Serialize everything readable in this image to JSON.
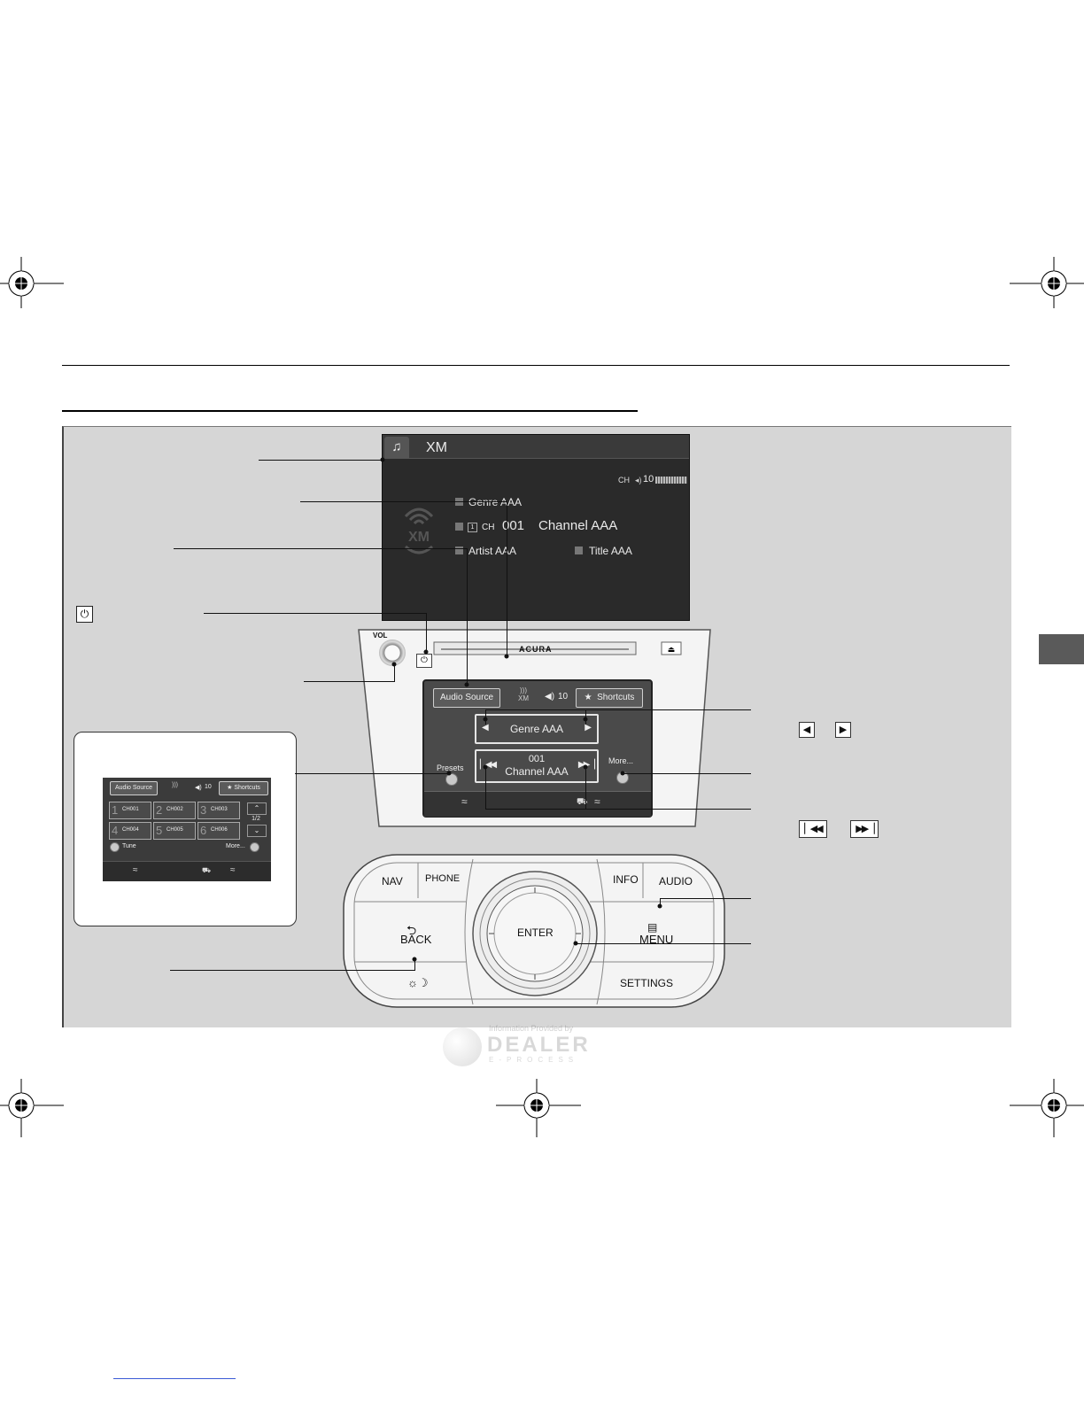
{
  "top_screen": {
    "title": "XM",
    "volume_label": "CH",
    "volume_value": "10",
    "genre": "Genre AAA",
    "ch_prefix": "CH",
    "channel_number": "001",
    "channel_name": "Channel AAA",
    "artist": "Artist AAA",
    "title_text": "Title AAA",
    "logo_text": "XM"
  },
  "unit": {
    "vol_label": "VOL",
    "brand": "ACURA"
  },
  "inner_screen": {
    "audio_source": "Audio Source",
    "volume_value": "10",
    "shortcuts": "Shortcuts",
    "shortcuts_star": "★",
    "genre": "Genre AAA",
    "channel_number": "001",
    "channel_name": "Channel AAA",
    "presets": "Presets",
    "more": "More...",
    "xm": "XM"
  },
  "inset_screen": {
    "audio_source": "Audio Source",
    "volume_value": "10",
    "shortcuts": "Shortcuts",
    "shortcuts_star": "★",
    "page": "1/2",
    "tune": "Tune",
    "more": "More...",
    "presets": [
      {
        "num": "1",
        "label": "CH001"
      },
      {
        "num": "2",
        "label": "CH002"
      },
      {
        "num": "3",
        "label": "CH003"
      },
      {
        "num": "4",
        "label": "CH004"
      },
      {
        "num": "5",
        "label": "CH005"
      },
      {
        "num": "6",
        "label": "CH006"
      }
    ]
  },
  "controller": {
    "nav": "NAV",
    "phone": "PHONE",
    "info": "INFO",
    "audio": "AUDIO",
    "back": "BACK",
    "enter": "ENTER",
    "menu": "MENU",
    "settings": "SETTINGS",
    "day_night": "☼☽"
  },
  "watermark": {
    "line1": "Information Provided by",
    "line2": "DEALER",
    "line3": "E-PROCESS"
  },
  "icons": [
    "music-note-icon",
    "power-icon",
    "xm-signal-icon",
    "speaker-icon",
    "left-arrow-icon",
    "right-arrow-icon",
    "skip-back-icon",
    "skip-forward-icon",
    "registration-mark-icon"
  ]
}
